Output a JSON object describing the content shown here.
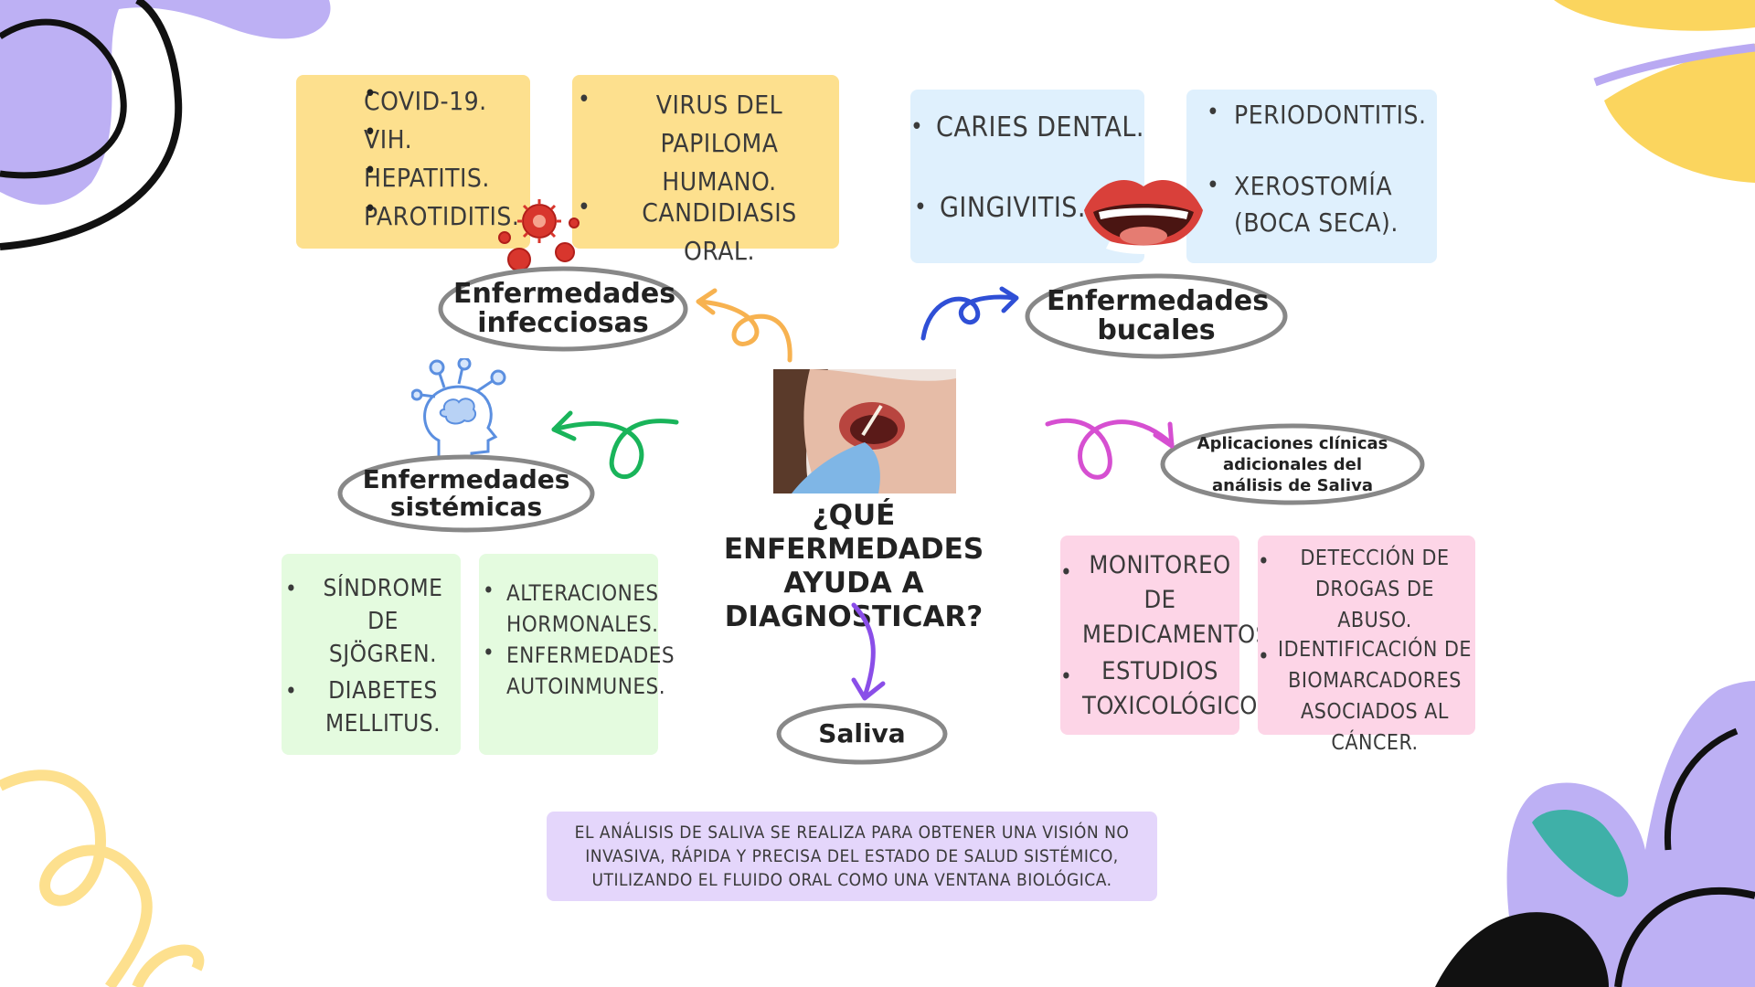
{
  "title": "¿QUÉ ENFERMEDADES AYUDA A DIAGNOSTICAR?",
  "nodes": {
    "infecciosas": "Enfermedades infecciosas",
    "bucales": "Enfermedades bucales",
    "sistemicas": "Enfermedades sistémicas",
    "aplicaciones": "Aplicaciones clínicas adicionales del análisis de Saliva",
    "saliva": "Saliva"
  },
  "boxes": {
    "infecciosas_1": [
      "COVID-19.",
      "VIH.",
      "HEPATITIS.",
      "PAROTIDITIS."
    ],
    "infecciosas_2": [
      "VIRUS DEL PAPILOMA HUMANO.",
      "CANDIDIASIS ORAL."
    ],
    "bucales_1": [
      "CARIES DENTAL.",
      "GINGIVITIS."
    ],
    "bucales_2": [
      "PERIODONTITIS.",
      "XEROSTOMÍA (BOCA SECA)."
    ],
    "sistemicas_1": [
      "SÍNDROME DE SJÖGREN.",
      "DIABETES MELLITUS."
    ],
    "sistemicas_2": [
      "ALTERACIONES HORMONALES.",
      "ENFERMEDADES AUTOINMUNES."
    ],
    "aplicaciones_1": [
      "MONITOREO DE MEDICAMENTOS.",
      "ESTUDIOS TOXICOLÓGICOS."
    ],
    "aplicaciones_2": [
      "DETECCIÓN DE DROGAS DE ABUSO.",
      "IDENTIFICACIÓN DE BIOMARCADORES ASOCIADOS AL CÁNCER."
    ]
  },
  "footer": "EL ANÁLISIS DE SALIVA SE REALIZA PARA OBTENER UNA VISIÓN NO INVASIVA, RÁPIDA Y PRECISA DEL ESTADO DE SALUD SISTÉMICO, UTILIZANDO EL FLUIDO ORAL COMO UNA VENTANA BIOLÓGICA.",
  "icons": [
    "virus-icon",
    "mouth-icon",
    "brain-head-icon",
    "saliva-swab-photo"
  ],
  "colors": {
    "yellow": "#fde08e",
    "blue": "#dff0fd",
    "green": "#e4fbdf",
    "pink": "#fdd5e7",
    "lavender": "#e4d6fb",
    "arrow_orange": "#f7b250",
    "arrow_blue": "#2f4fd6",
    "arrow_green": "#19b45a",
    "arrow_magenta": "#d64fd1",
    "arrow_purple": "#8a4ee8"
  }
}
